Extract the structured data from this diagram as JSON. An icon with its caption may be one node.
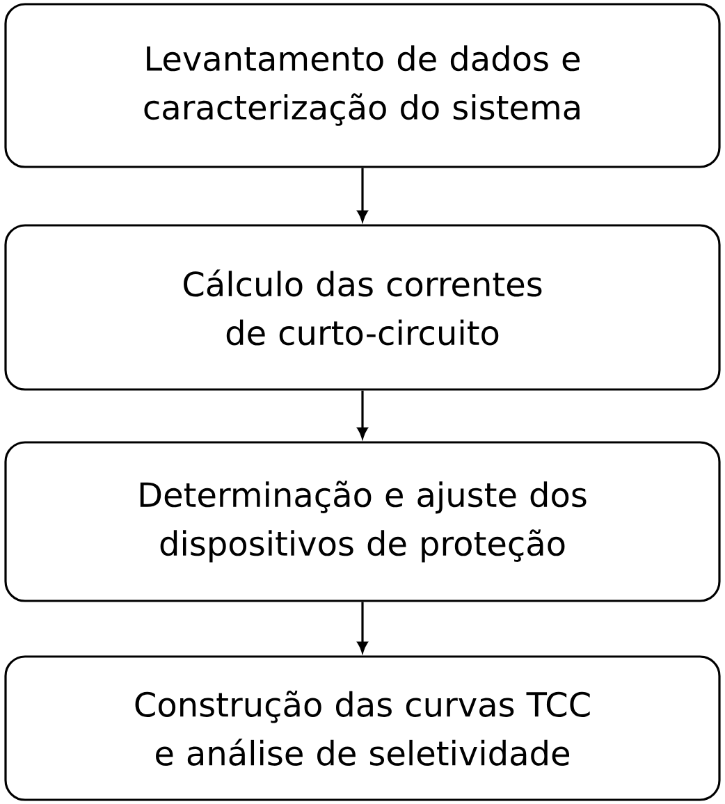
{
  "diagram": {
    "nodes": [
      {
        "text": [
          "Levantamento de dados e caracterização do sistema"
        ]
      },
      {
        "text": [
          "Cálculo das correntes de curto-circuito"
        ]
      },
      {
        "text": [
          "Determinação e ajuste dos dispositivos de proteção"
        ]
      },
      {
        "text": [
          "Construção das curvas TCC e análise de seletividade"
        ]
      }
    ],
    "edges": [
      {
        "from": 0,
        "to": 1,
        "arrow": "to"
      },
      {
        "from": 1,
        "to": 2,
        "arrow": "to"
      },
      {
        "from": 2,
        "to": 3,
        "arrow": "to"
      }
    ]
  }
}
